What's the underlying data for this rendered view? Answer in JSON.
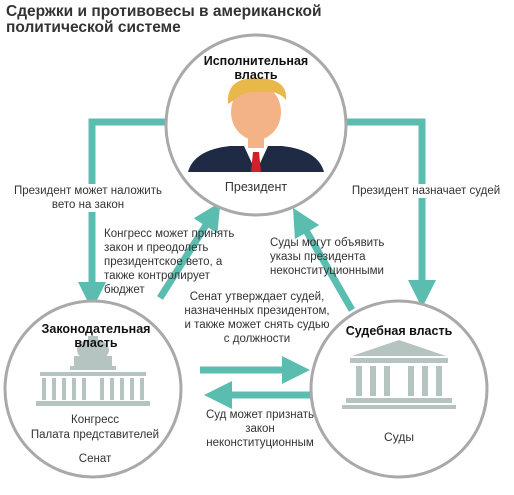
{
  "title": "Сдержки и противовесы в американской политической системе",
  "executive": {
    "title": "Исполнительная власть",
    "subtitle": "Президент",
    "icon": "president-portrait-icon"
  },
  "legislative": {
    "title": "Законодательная власть",
    "bodies": [
      "Конгресс",
      "Палата представителей",
      "Сенат"
    ],
    "icon": "capitol-building-icon"
  },
  "judicial": {
    "title": "Судебная власть",
    "subtitle": "Суды",
    "icon": "courthouse-icon"
  },
  "relations": {
    "exec_to_leg": "Президент может наложить вето на закон",
    "exec_to_jud": "Президент назначает судей",
    "leg_to_exec": "Конгресс может принять закон и преодолеть президентское вето, а также контролирует бюджет",
    "jud_to_exec": "Суды могут объявить указы президента неконституционными",
    "leg_to_jud": "Сенат утверждает судей, назначенных президентом, и также может снять судью с должности",
    "jud_to_leg": "Суд может признать закон неконституционным"
  },
  "colors": {
    "arrow": "#5bbcb0",
    "circle_stroke": "#a9a9a9",
    "building": "#b5c4c0",
    "suit": "#1f2a44",
    "tie": "#d0202a",
    "hair": "#e8b84a",
    "skin": "#f4b386"
  }
}
